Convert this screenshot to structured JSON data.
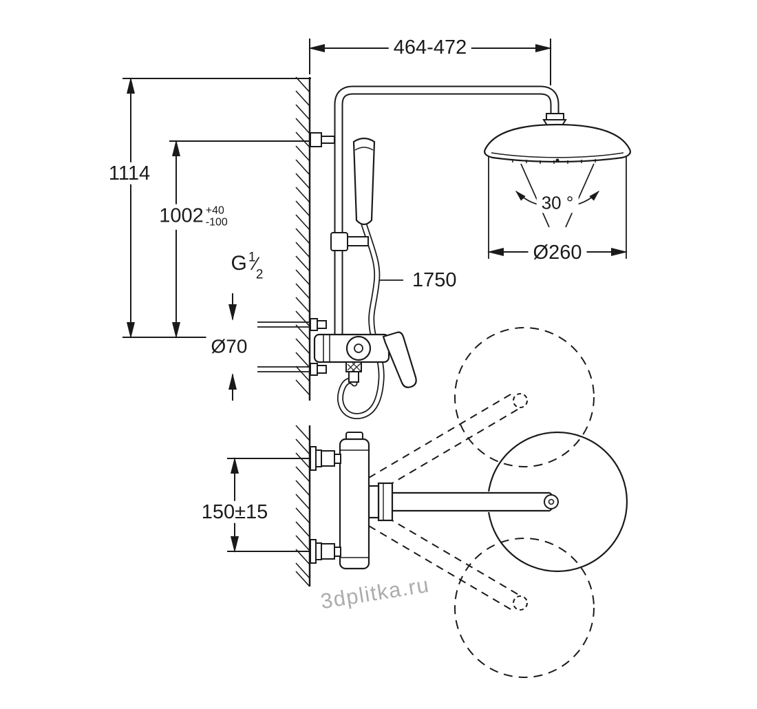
{
  "meta": {
    "background": "#ffffff",
    "line_color": "#1a1a1a",
    "watermark_color": "#9e9e9e",
    "drawing_type": "shower-system-installation-dimensions"
  },
  "labels": {
    "width_range": "464-472",
    "total_height": "1114",
    "outlet_height": "1002",
    "outlet_tol_plus": "+40",
    "outlet_tol_minus": "-100",
    "thread_letter": "G",
    "thread_num": "1",
    "thread_slash": "⁄",
    "thread_den": "2",
    "escutcheon_dia": "Ø70",
    "hose_length": "1750",
    "spray_angle": "30 °",
    "head_dia": "Ø260",
    "inlet_spacing": "150±15",
    "watermark": "3dplitka.ru"
  }
}
